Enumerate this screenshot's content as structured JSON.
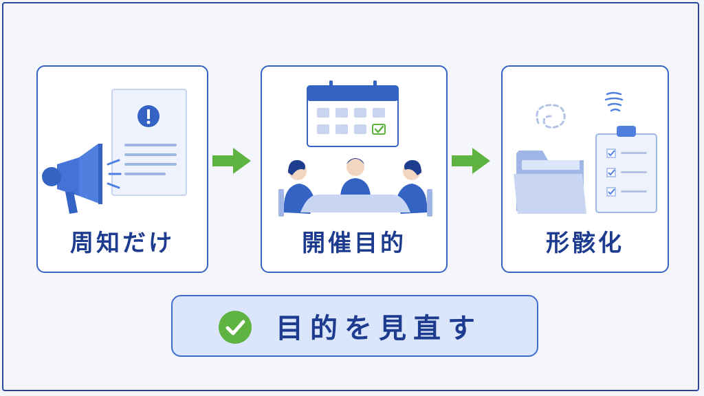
{
  "steps": [
    {
      "label": "周知だけ",
      "icon": "megaphone-notice-icon"
    },
    {
      "label": "開催目的",
      "icon": "calendar-meeting-icon"
    },
    {
      "label": "形骸化",
      "icon": "folder-checklist-icon"
    }
  ],
  "conclusion": {
    "label": "目的を見直す",
    "icon": "check-circle-icon"
  },
  "colors": {
    "primary": "#3463c4",
    "text": "#1e3c8f",
    "accent_green": "#5fb340",
    "light_blue": "#dbe6fb"
  }
}
